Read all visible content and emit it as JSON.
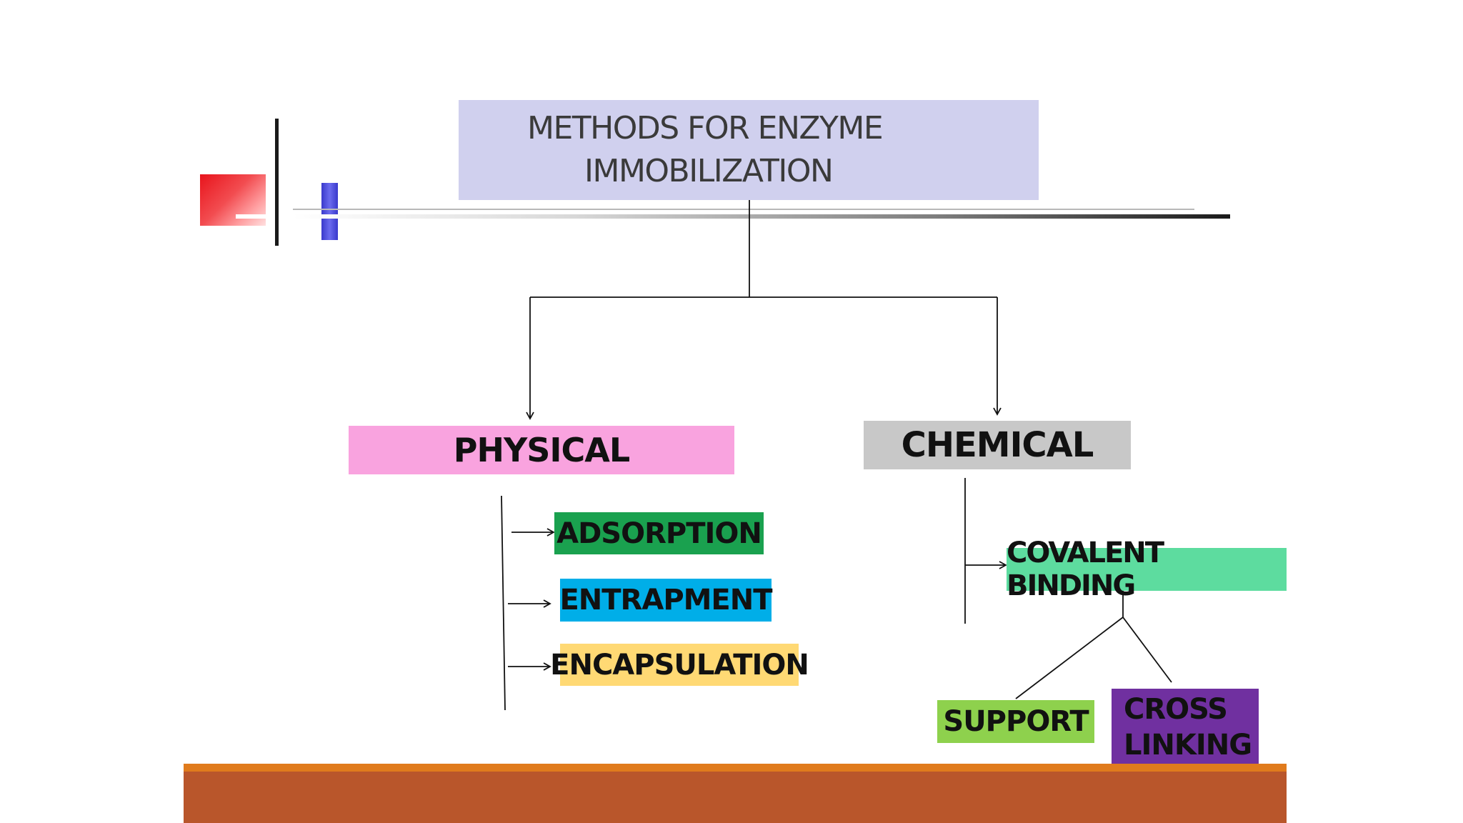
{
  "title": {
    "line1": "METHODS FOR ENZYME",
    "line2": "IMMOBILIZATION"
  },
  "categories": {
    "physical": "PHYSICAL",
    "chemical": "CHEMICAL"
  },
  "physical_methods": [
    "ADSORPTION",
    "ENTRAPMENT",
    "ENCAPSULATION"
  ],
  "chemical_methods": {
    "covalent": "COVALENT BINDING",
    "support": "SUPPORT",
    "cross_linking_line1": "CROSS",
    "cross_linking_line2": "LINKING"
  },
  "colors": {
    "title_bg": "#d0d0ee",
    "physical_bg": "#f9a3df",
    "chemical_bg": "#c8c8c8",
    "adsorption_bg": "#1aa14f",
    "entrapment_bg": "#00aee8",
    "encapsulation_bg": "#ffd974",
    "covalent_bg": "#5ddc9f",
    "support_bg": "#8ed14d",
    "cross_linking_bg": "#7030a0",
    "footer_top": "#e07b1d",
    "footer_main": "#b9562b"
  }
}
